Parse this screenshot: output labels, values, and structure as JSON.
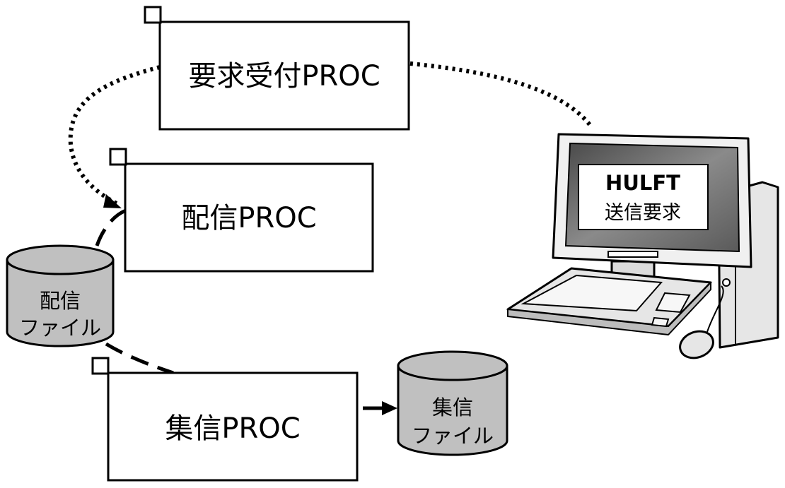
{
  "processes": {
    "request_receive": {
      "label": "要求受付PROC"
    },
    "send": {
      "label": "配信PROC"
    },
    "receive": {
      "label": "集信PROC"
    }
  },
  "files": {
    "send_file": {
      "line1": "配信",
      "line2": "ファイル"
    },
    "receive_file": {
      "line1": "集信",
      "line2": "ファイル"
    }
  },
  "computer": {
    "screen_title": "HULFT",
    "screen_subtitle": "送信要求"
  },
  "colors": {
    "cylinder_fill": "#c0c0c0",
    "monitor_screen": "#6e6e6e",
    "device_body": "#e8e8e8",
    "stroke": "#000000"
  }
}
